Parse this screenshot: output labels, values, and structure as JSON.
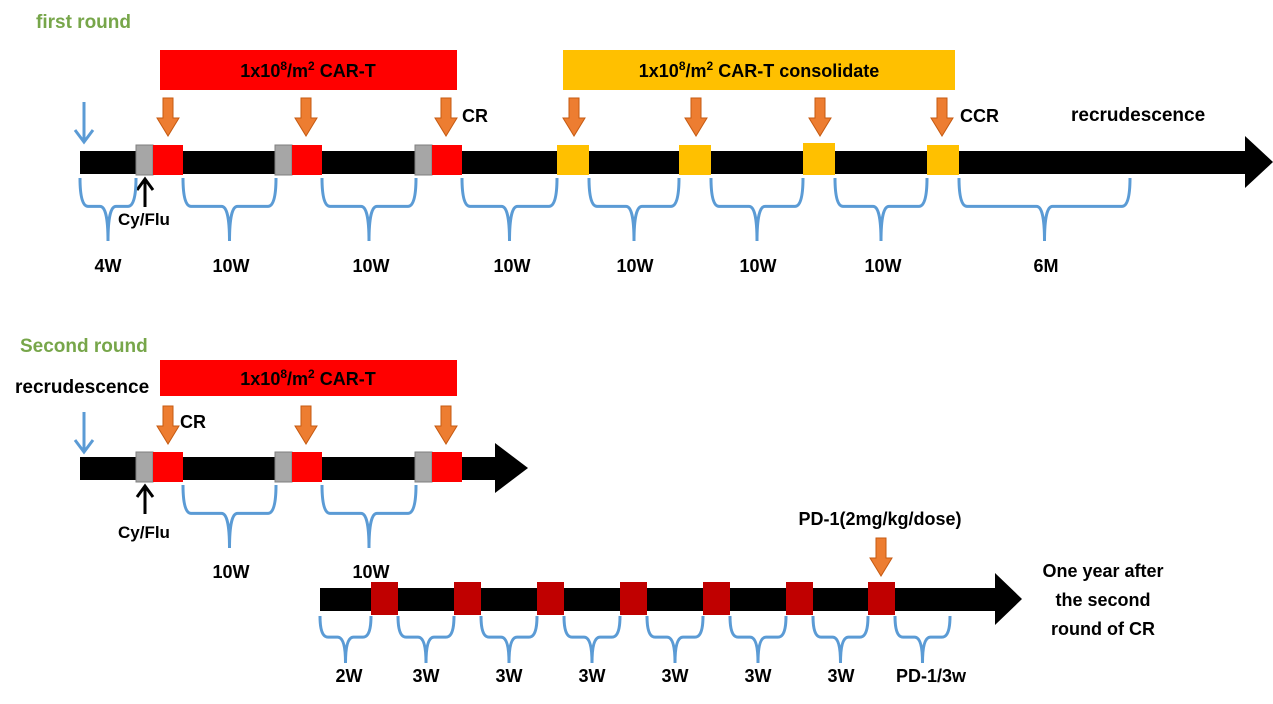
{
  "colors": {
    "timeline": "#000000",
    "car_t": "#ff0000",
    "consolidate": "#ffc000",
    "cy_flu": "#a6a6a6",
    "pd1_block": "#c00000",
    "arrow_orange": "#ed7d31",
    "bracket_blue": "#5b9bd5",
    "title_green": "#77a64a"
  },
  "first_round": {
    "title": "first round",
    "car_t_banner": {
      "prefix": "1x10",
      "exp": "8",
      "mid": "/m",
      "exp2": "2",
      "suffix": " CAR-T"
    },
    "consolidate_banner": {
      "prefix": "1x10",
      "exp": "8",
      "mid": "/m",
      "exp2": "2",
      "suffix": " CAR-T consolidate"
    },
    "cr_label": "CR",
    "ccr_label": "CCR",
    "end_label": "recrudescence",
    "cyflu_label": "Cy/Flu",
    "intervals": [
      "4W",
      "10W",
      "10W",
      "10W",
      "10W",
      "10W",
      "10W",
      "6M"
    ]
  },
  "second_round": {
    "title": "Second round",
    "start_label": "recrudescence",
    "car_t_banner": {
      "prefix": "1x10",
      "exp": "8",
      "mid": "/m",
      "exp2": "2",
      "suffix": " CAR-T"
    },
    "cr_label": "CR",
    "cyflu_label": "Cy/Flu",
    "intervals": [
      "10W",
      "10W"
    ]
  },
  "pd1_phase": {
    "dose_label": "PD-1(2mg/kg/dose)",
    "end_label_lines": [
      "One year after",
      "the second",
      "round of CR"
    ],
    "intervals": [
      "2W",
      "3W",
      "3W",
      "3W",
      "3W",
      "3W",
      "3W",
      "PD-1/3w"
    ]
  }
}
